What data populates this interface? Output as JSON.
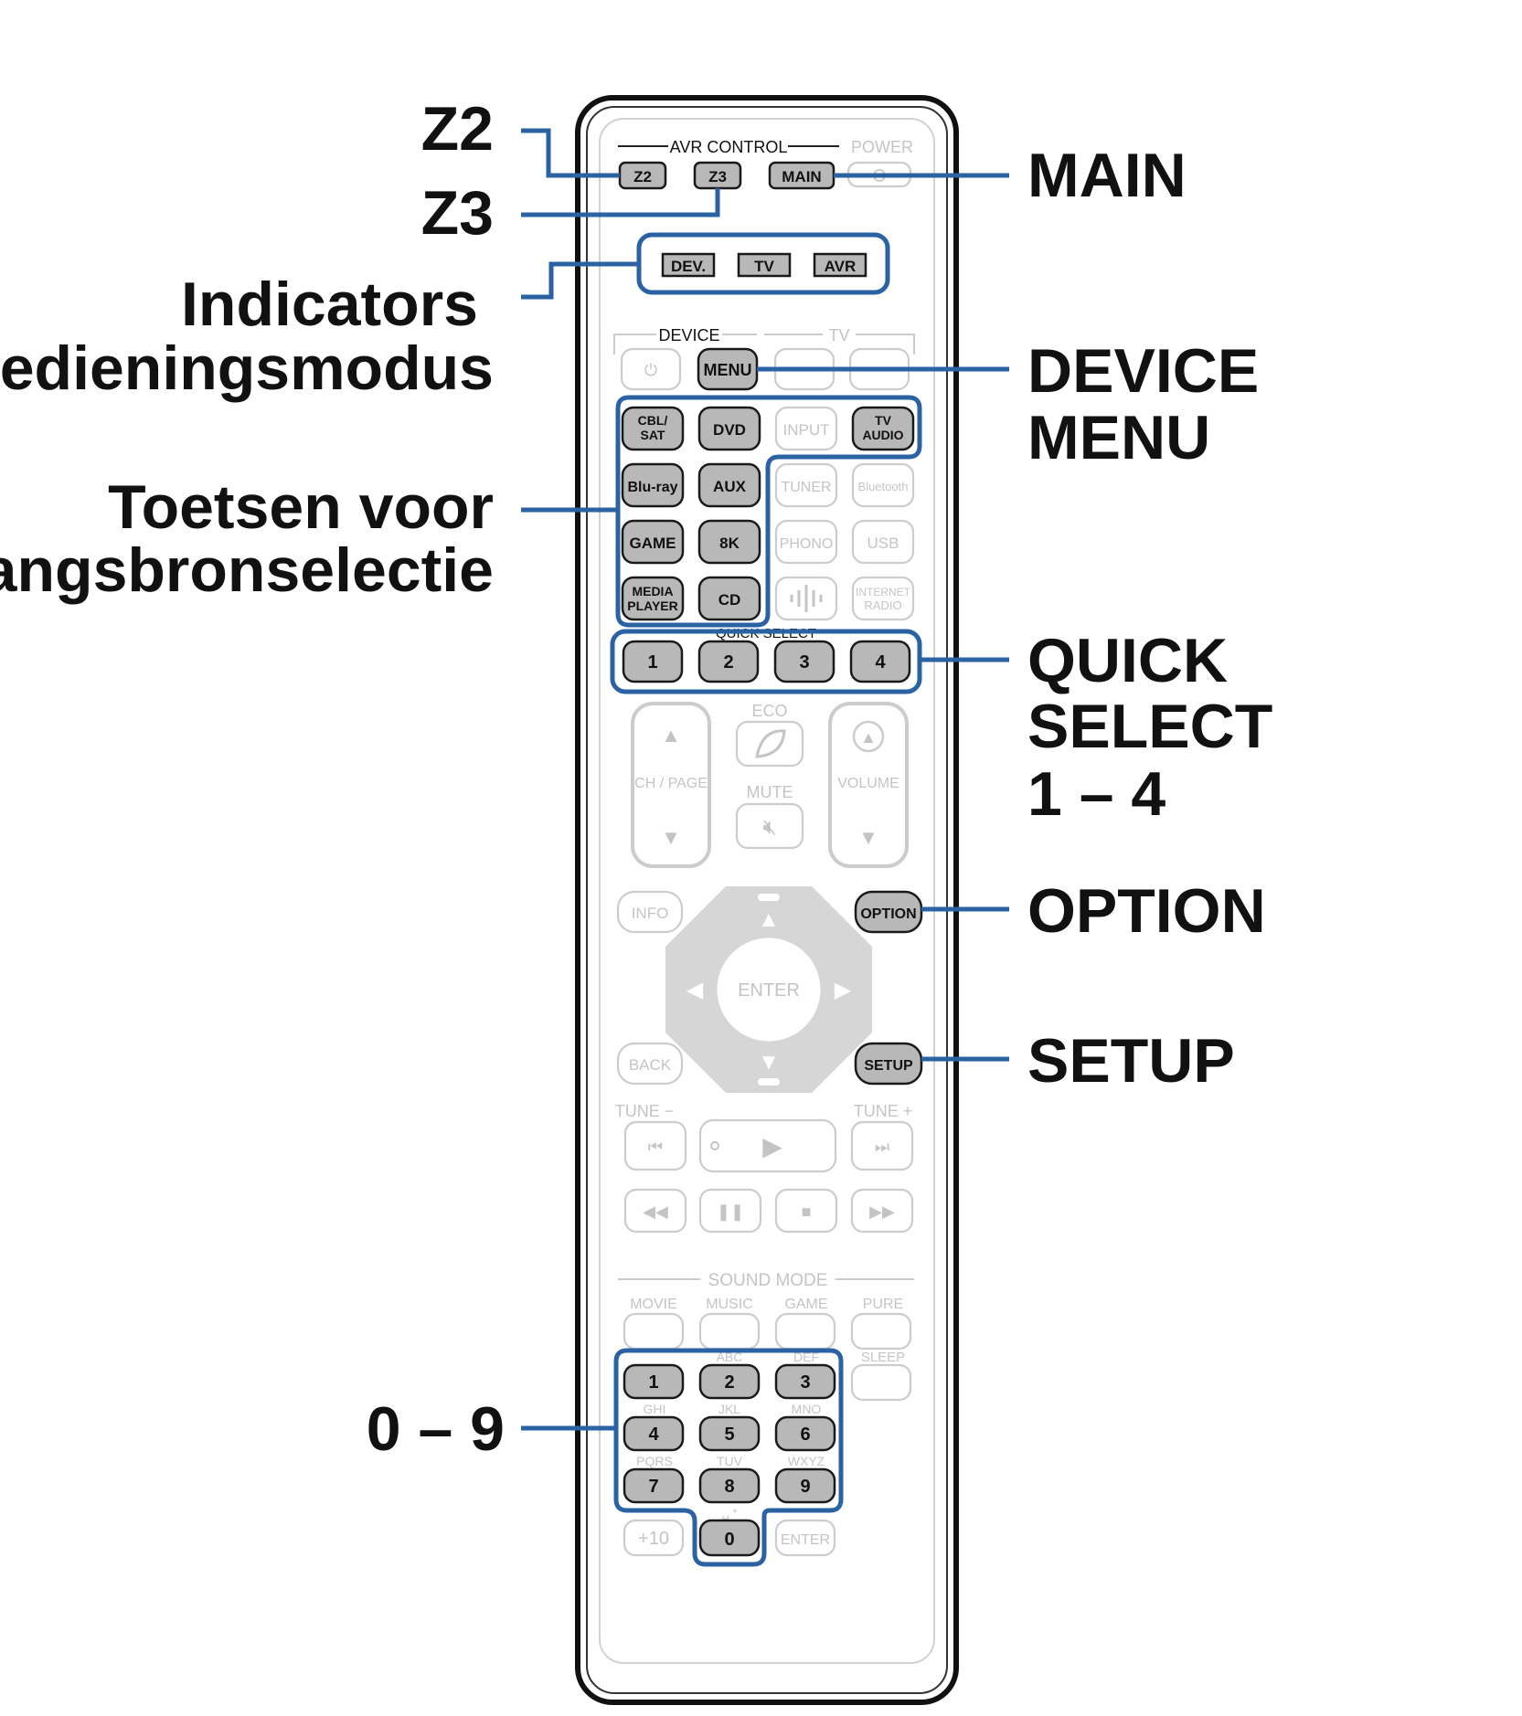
{
  "callouts": {
    "z2": "Z2",
    "z3": "Z3",
    "main": "MAIN",
    "indicators_line1": "Indicators",
    "indicators_line2": "bedieningsmodus",
    "device_menu_line1": "DEVICE",
    "device_menu_line2": "MENU",
    "input_select_line1": "Toetsen voor",
    "input_select_line2": "ingangsbronselectie",
    "quick_select_line1": "QUICK",
    "quick_select_line2": "SELECT",
    "quick_select_line3": "1 – 4",
    "option": "OPTION",
    "setup": "SETUP",
    "numbers": "0 – 9"
  },
  "remote": {
    "avr_control": {
      "section_label": "AVR CONTROL",
      "z2": "Z2",
      "z3": "Z3",
      "main": "MAIN",
      "power": "POWER"
    },
    "indicators": [
      "DEV.",
      "TV",
      "AVR"
    ],
    "device": {
      "section_label": "DEVICE",
      "tv_section_label": "TV",
      "menu": "MENU"
    },
    "sources": {
      "cbl_sat_1": "CBL/",
      "cbl_sat_2": "SAT",
      "dvd": "DVD",
      "input": "INPUT",
      "tv_audio_1": "TV",
      "tv_audio_2": "AUDIO",
      "bluray": "Blu-ray",
      "aux": "AUX",
      "tuner": "TUNER",
      "bluetooth": "Bluetooth",
      "game": "GAME",
      "k8": "8K",
      "phono": "PHONO",
      "usb": "USB",
      "media_player_1": "MEDIA",
      "media_player_2": "PLAYER",
      "cd": "CD",
      "internet_radio_1": "INTERNET",
      "internet_radio_2": "RADIO"
    },
    "quick_select": {
      "section_label": "QUICK SELECT",
      "buttons": [
        "1",
        "2",
        "3",
        "4"
      ]
    },
    "eco": "ECO",
    "mute": "MUTE",
    "ch_page": "CH / PAGE",
    "volume": "VOLUME",
    "info": "INFO",
    "option": "OPTION",
    "enter": "ENTER",
    "back": "BACK",
    "setup": "SETUP",
    "tune_minus": "TUNE −",
    "tune_plus": "TUNE +",
    "sound_mode": {
      "section_label": "SOUND MODE",
      "movie": "MOVIE",
      "music": "MUSIC",
      "game": "GAME",
      "pure": "PURE",
      "sleep": "SLEEP"
    },
    "numpad": {
      "keys": [
        "1",
        "2",
        "3",
        "4",
        "5",
        "6",
        "7",
        "8",
        "9"
      ],
      "letters": [
        "",
        "ABC",
        "DEF",
        "GHI",
        "JKL",
        "MNO",
        "PQRS",
        "TUV",
        "WXYZ"
      ],
      "plus10": "+10",
      "zero": "0",
      "enter": "ENTER"
    }
  },
  "colors": {
    "leader": "#2a62a3",
    "active_button": "#b8b8b8",
    "faint": "#cccccc"
  }
}
